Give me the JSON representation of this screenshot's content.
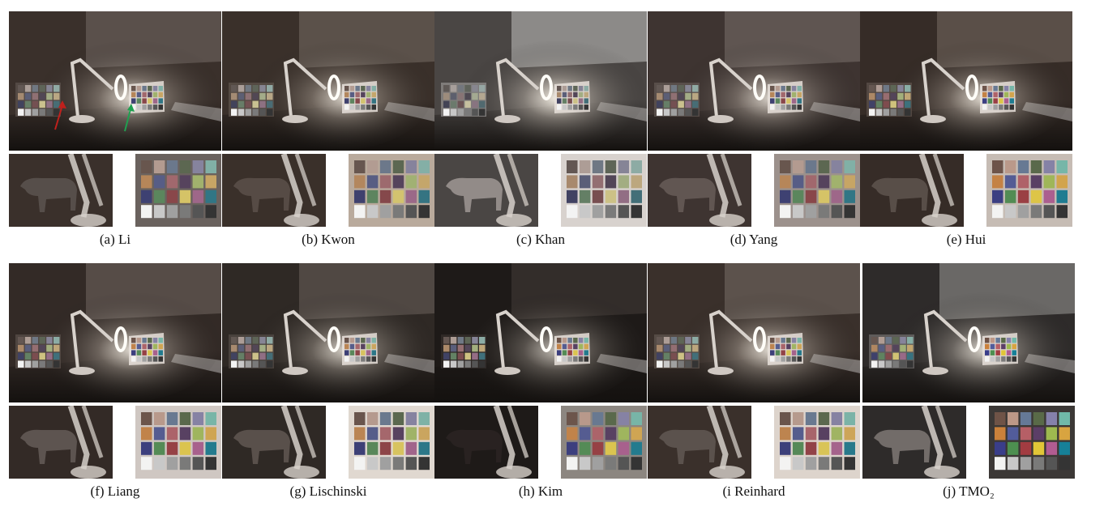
{
  "panels": [
    {
      "caption": "(a) Li",
      "tint": "#3a302b",
      "wall": "#5a504b",
      "glow": 0.85,
      "chart_sat": 0.55,
      "cow": "#5a524e",
      "chart_bg": "#6a625e",
      "arrows": true
    },
    {
      "caption": "(b) Kwon",
      "tint": "#3a302a",
      "wall": "#5b514a",
      "glow": 0.8,
      "chart_sat": 0.5,
      "cow": "#5a4f48",
      "chart_bg": "#b9aa9c",
      "arrows": false
    },
    {
      "caption": "(c) Khan",
      "tint": "#4a4644",
      "wall": "#8c8a88",
      "glow": 0.95,
      "chart_sat": 0.35,
      "cow": "#9a9290",
      "chart_bg": "#d8d2ce",
      "arrows": false
    },
    {
      "caption": "(d) Yang",
      "tint": "#3e3431",
      "wall": "#5f5551",
      "glow": 0.8,
      "chart_sat": 0.55,
      "cow": "#655a56",
      "chart_bg": "#9c918c",
      "arrows": false
    },
    {
      "caption": "(e) Hui",
      "tint": "#362c27",
      "wall": "#5a4f48",
      "glow": 0.85,
      "chart_sat": 0.75,
      "cow": "#5c524d",
      "chart_bg": "#c6bcb4",
      "arrows": false
    },
    {
      "caption": "(f) Liang",
      "tint": "#332a26",
      "wall": "#564c47",
      "glow": 0.85,
      "chart_sat": 0.7,
      "cow": "#625955",
      "chart_bg": "#cfc7c2",
      "arrows": false
    },
    {
      "caption": "(g) Lischinski",
      "tint": "#2f2925",
      "wall": "#504843",
      "glow": 0.8,
      "chart_sat": 0.6,
      "cow": "#5e5450",
      "chart_bg": "#e0d8d0",
      "arrows": false
    },
    {
      "caption": "(h) Kim",
      "tint": "#1e1a18",
      "wall": "#332d2a",
      "glow": 0.75,
      "chart_sat": 0.7,
      "cow": "#2a2422",
      "chart_bg": "#8c8680",
      "arrows": false
    },
    {
      "caption": "(i Reinhard",
      "tint": "#3a302b",
      "wall": "#5c524c",
      "glow": 0.85,
      "chart_sat": 0.65,
      "cow": "#5f5651",
      "chart_bg": "#ddd4cc",
      "arrows": false
    },
    {
      "caption": "(j) TMO₂",
      "tint": "#2e2b2a",
      "wall": "#6a6866",
      "glow": 0.85,
      "chart_sat": 0.85,
      "cow": "#7a7370",
      "chart_bg": "#3c3836",
      "arrows": false
    }
  ],
  "palette": [
    "#735244",
    "#c29682",
    "#627a9d",
    "#576c43",
    "#8580b1",
    "#67bdaa",
    "#d67e2c",
    "#505ba6",
    "#c15a63",
    "#5e3c6c",
    "#9dbc40",
    "#e0a32e",
    "#383d96",
    "#469449",
    "#af363c",
    "#e7c71f",
    "#bb5695",
    "#0885a1",
    "#f3f3f2",
    "#c8c8c8",
    "#a0a0a0",
    "#7a7a79",
    "#555555",
    "#343434"
  ]
}
